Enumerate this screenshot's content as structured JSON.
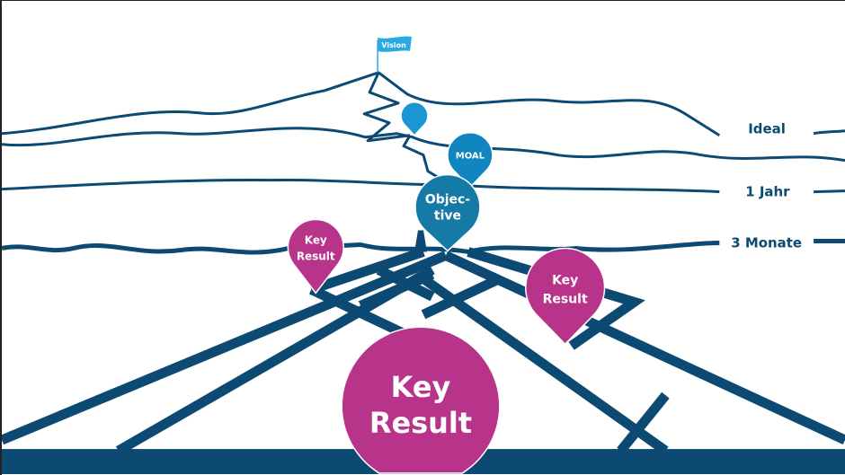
{
  "flag": {
    "label": "Vision",
    "color": "#29abe2"
  },
  "levels": [
    {
      "label": "Ideal"
    },
    {
      "label": "1 Jahr"
    },
    {
      "label": "3 Monate"
    }
  ],
  "pins": {
    "top": {
      "label": "",
      "color": "#1b96d2"
    },
    "moal": {
      "label": "MOAL",
      "color": "#1185c0"
    },
    "objective": {
      "line1": "Objec-",
      "line2": "tive",
      "color": "#167aa6"
    },
    "kr_left": {
      "line1": "Key",
      "line2": "Result",
      "color": "#b8338a"
    },
    "kr_right": {
      "line1": "Key",
      "line2": "Result",
      "color": "#b8338a"
    },
    "kr_big": {
      "line1": "Key",
      "line2": "Result",
      "color": "#b8338a"
    }
  },
  "colors": {
    "line": "#0d4a73"
  }
}
